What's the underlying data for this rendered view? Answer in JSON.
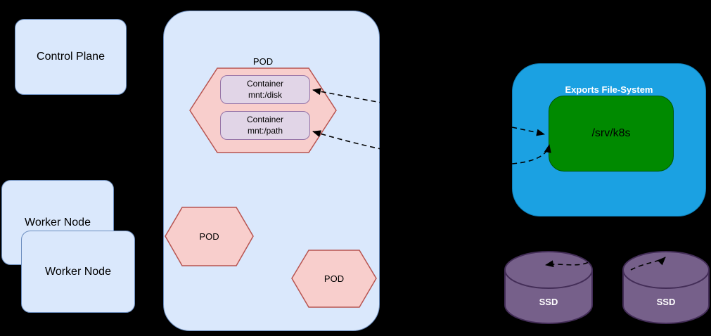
{
  "diagram": {
    "type": "kubernetes-nfs-architecture",
    "background": "#000000",
    "nodes": {
      "control_plane": {
        "label": "Control Plane"
      },
      "worker_node_1": {
        "label": "Worker Node"
      },
      "worker_node_2": {
        "label": "Worker Node"
      },
      "node_box": {
        "label": ""
      },
      "pod_main": {
        "label": "POD"
      },
      "container_disk": {
        "line1": "Container",
        "line2": "mnt:/disk"
      },
      "container_path": {
        "line1": "Container",
        "line2": "mnt:/path"
      },
      "pod_2": {
        "label": "POD"
      },
      "pod_3": {
        "label": "POD"
      },
      "exports_fs": {
        "label": "Exports File-System"
      },
      "srv_k8s": {
        "label": "/srv/k8s"
      },
      "ssd_1": {
        "label": "SSD"
      },
      "ssd_2": {
        "label": "SSD"
      }
    },
    "edges": [
      {
        "from": "srv_k8s",
        "to": "container_disk",
        "style": "dashed",
        "arrows": "both"
      },
      {
        "from": "srv_k8s",
        "to": "container_path",
        "style": "dashed",
        "arrows": "both"
      },
      {
        "from": "exports_fs",
        "to": "ssd_1",
        "style": "dashed",
        "arrows": "end"
      },
      {
        "from": "ssd_2",
        "to": "exports_fs",
        "style": "dashed",
        "arrows": "end"
      }
    ],
    "colors": {
      "node_fill": "#dae8fc",
      "node_stroke": "#6c8ebf",
      "pod_fill": "#f8cecc",
      "pod_stroke": "#b85450",
      "container_fill": "#e1d5e7",
      "container_stroke": "#9673a6",
      "exports_fill": "#1ba1e2",
      "green_fill": "#008a00",
      "green_stroke": "#005700",
      "ssd_fill": "#76608a",
      "ssd_stroke": "#432d57",
      "edge_color": "#000000",
      "text_dark": "#000000",
      "text_light": "#ffffff"
    }
  }
}
